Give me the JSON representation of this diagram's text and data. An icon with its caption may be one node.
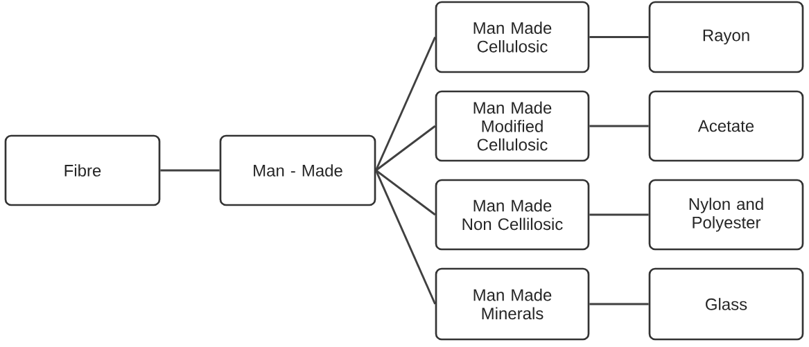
{
  "diagram": {
    "nodes": [
      {
        "text": [
          "Fibre"
        ]
      },
      {
        "text": [
          "Man - Made"
        ]
      },
      {
        "text": [
          "Man Made Cellulosic"
        ]
      },
      {
        "text": [
          "Rayon"
        ]
      },
      {
        "text": [
          "Man Made Modified Cellulosic"
        ]
      },
      {
        "text": [
          "Acetate"
        ]
      },
      {
        "text": [
          "Man Made Non Cellilosic"
        ]
      },
      {
        "text": [
          "Nylon and Polyester"
        ]
      },
      {
        "text": [
          "Man Made Minerals"
        ]
      },
      {
        "text": [
          "Glass"
        ]
      }
    ],
    "edges": [
      {
        "from": 0,
        "to": 1,
        "arrow": "none"
      },
      {
        "from": 1,
        "to": 2,
        "arrow": "none"
      },
      {
        "from": 1,
        "to": 4,
        "arrow": "none"
      },
      {
        "from": 1,
        "to": 6,
        "arrow": "none"
      },
      {
        "from": 1,
        "to": 8,
        "arrow": "none"
      },
      {
        "from": 2,
        "to": 3,
        "arrow": "none"
      },
      {
        "from": 4,
        "to": 5,
        "arrow": "none"
      },
      {
        "from": 6,
        "to": 7,
        "arrow": "none"
      },
      {
        "from": 8,
        "to": 9,
        "arrow": "none"
      }
    ]
  }
}
